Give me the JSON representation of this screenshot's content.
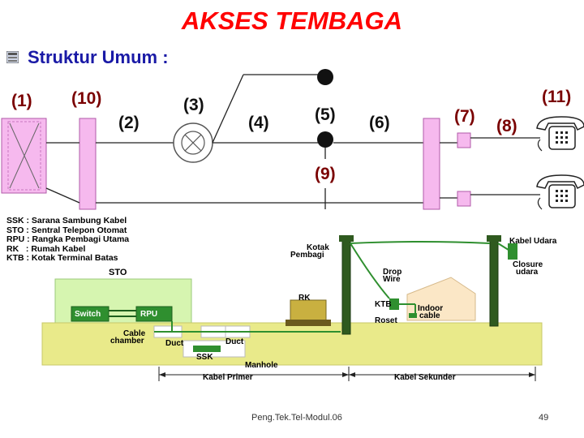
{
  "title": "AKSES TEMBAGA",
  "subtitle": "Struktur Umum :",
  "numbers": {
    "n1": "(1)",
    "n10": "(10)",
    "n2": "(2)",
    "n3": "(3)",
    "n4": "(4)",
    "n5": "(5)",
    "n6": "(6)",
    "n7": "(7)",
    "n8": "(8)",
    "n11": "(11)",
    "n9": "(9)"
  },
  "legend": [
    "SSK : Sarana Sambung Kabel",
    "STO : Sentral Telepon Otomat",
    "RPU : Rangka Pembagi Utama",
    "RK   : Rumah Kabel",
    "KTB : Kotak Terminal Batas"
  ],
  "labels": {
    "sto": "STO",
    "switch": "Switch",
    "rpu": "RPU",
    "cable_chamber_1": "Cable",
    "cable_chamber_2": "chamber",
    "duct_left": "Duct",
    "duct_right": "Duct",
    "ssk": "SSK",
    "manhole": "Manhole",
    "rk": "RK",
    "kotak_pembagi_1": "Kotak",
    "kotak_pembagi_2": "Pembagi",
    "drop_wire_1": "Drop",
    "drop_wire_2": "Wire",
    "ktb": "KTB",
    "indoor_cable_1": "Indoor",
    "indoor_cable_2": "cable",
    "roset": "Roset",
    "kabel_udara": "Kabel Udara",
    "closure_udara_1": "Closure",
    "closure_udara_2": "udara",
    "kabel_primer": "Kabel Primer",
    "kabel_sekunder": "Kabel Sekunder"
  },
  "footer": {
    "source": "Peng.Tek.Tel-Modul.06",
    "page": "49"
  },
  "colors": {
    "title": "#ff0000",
    "subtitle": "#1a1aa6",
    "ground": "#e9ea8a",
    "sto": "#d6f5b0",
    "frame": "#f1a7ea",
    "cable": "#2f8f2f"
  }
}
